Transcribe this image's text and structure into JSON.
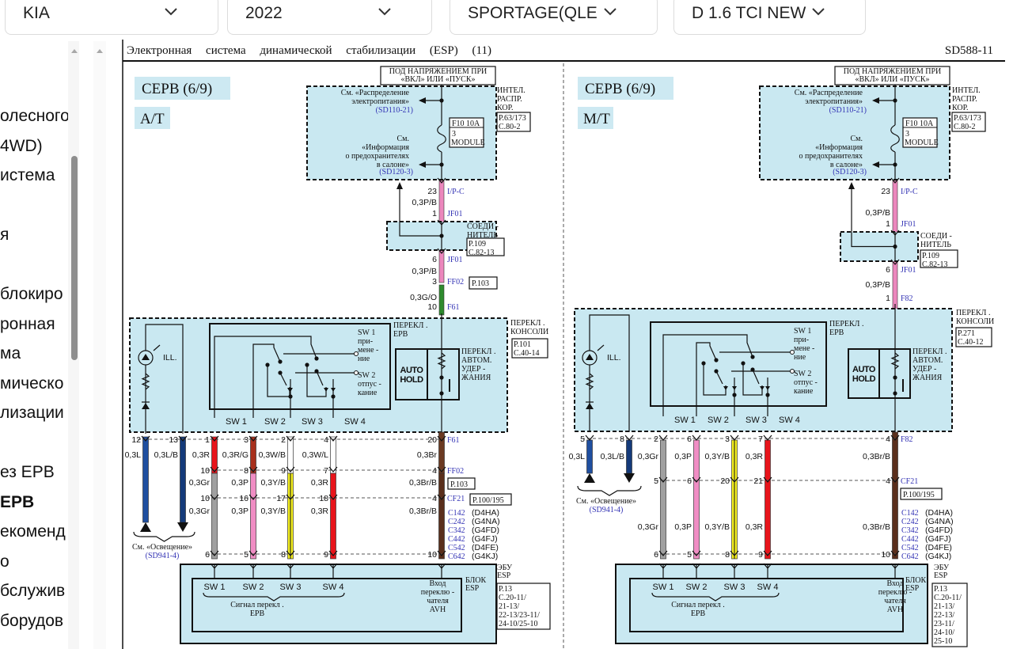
{
  "selectors": [
    {
      "value": "KIA"
    },
    {
      "value": "2022"
    },
    {
      "value": "SPORTAGE(QLE"
    },
    {
      "value": "D 1.6 TCI NEW"
    }
  ],
  "sidebar": {
    "items": [
      "олесного",
      "4WD)",
      "истема",
      "я",
      "блокиро",
      "ронная",
      "ма",
      "мическо",
      "лизации",
      "ез EPB",
      "EPB",
      "екоменд",
      "о",
      "бслужив",
      "борудов"
    ]
  },
  "diagram": {
    "title": "Электронная система динамической стабилизации (ESP) (11)",
    "page_code": "SD588-11",
    "panels": [
      {
        "section": "СЕРВ (6/9)",
        "transmission": "A/T",
        "power_label": [
          "ПОД НАПРЯЖЕНИЕМ ПРИ",
          "«ВКЛ» ИЛИ «ПУСК»"
        ],
        "power_ref1": [
          "См. «Распределение",
          "электропитания»"
        ],
        "power_ref1_code": "(SD110-21)",
        "fuse": [
          "F10 10A",
          "3",
          "MODULE"
        ],
        "power_ref2": [
          "См.",
          "«Информация",
          "о предохранителях",
          "в салоне»"
        ],
        "power_ref2_code": "(SD120-3)",
        "junction_box": {
          "label": [
            "ИНТЕЛ.",
            "РАСПР.",
            "КОР."
          ],
          "ref": [
            "P.63/173",
            "C.80-2"
          ]
        },
        "top_wire": [
          {
            "pin": "23",
            "conn": "I/P-C"
          },
          {
            "spec": "0,3P/B"
          },
          {
            "pin": "1",
            "conn": "JF01"
          },
          {
            "pin": "6",
            "conn": "JF01"
          },
          {
            "spec": "0,3P/B"
          },
          {
            "pin": "3",
            "conn": "FF02",
            "ref": "P.103"
          },
          {
            "spec": "0,3G/O"
          },
          {
            "pin": "10",
            "conn": "F61"
          }
        ],
        "top_wire_colors": [
          "#ec87bd",
          "#2e8b2e"
        ],
        "connector_box": {
          "label": [
            "СОЕДИ -",
            "НИТЕЛЬ"
          ],
          "ref": [
            "P.109",
            "C.82-13"
          ]
        },
        "console": {
          "label": [
            "ПЕРЕКЛ .",
            "КОНСОЛИ"
          ],
          "ref": [
            "P.101",
            "C.40-14"
          ]
        },
        "epb_switch": {
          "label": [
            "ПЕРЕКЛ .",
            "EPB"
          ],
          "sw1": [
            "SW 1",
            "при-",
            "мене -",
            "ние"
          ],
          "sw2": [
            "SW 2",
            "отпус -",
            "кание"
          ]
        },
        "illumination": "ILL.",
        "autohold": {
          "badge": [
            "AUTO",
            "HOLD"
          ],
          "label": [
            "ПЕРЕКЛ .",
            "АВТОМ.",
            "УДЕР -",
            "ЖАНИЯ"
          ]
        },
        "switch_outputs": [
          "SW 1",
          "SW 2",
          "SW 3",
          "SW 4"
        ],
        "wires": [
          {
            "colors": [
              "#1f4fa0"
            ]
          },
          {
            "colors": [
              "#143a7a"
            ]
          },
          {
            "colors": [
              "#e8141b",
              "#a0a0a0"
            ]
          },
          {
            "colors": [
              "#a8301c",
              "#f08dc4"
            ]
          },
          {
            "colors": [
              "#ffffff",
              "#f3ee1e"
            ]
          },
          {
            "colors": [
              "#ffffff",
              "#e8141b"
            ]
          },
          {
            "colors": [
              "#6b3a22",
              "#5a2f1c"
            ]
          }
        ],
        "rows": [
          {
            "pins": [
              "12",
              "13",
              "1",
              "3",
              "2",
              "4",
              "20"
            ],
            "connector": "F61"
          },
          {
            "pins": [
              null,
              null,
              "10",
              "8",
              "9",
              "7",
              "4"
            ],
            "connector": "FF02",
            "ref": "P.103"
          },
          {
            "pins": [
              null,
              null,
              "10",
              "16",
              "17",
              "18",
              "4"
            ],
            "connector": "CF21",
            "ref": "P.100/195"
          },
          {
            "pins": [
              null,
              null,
              "6",
              "5",
              "8",
              "9",
              "10"
            ]
          }
        ],
        "specs": [
          [
            "0,3L",
            "0,3L/B",
            "0,3R",
            "0,3R/G",
            "0,3W/B",
            "0,3W/L",
            "0,3Br"
          ],
          [
            null,
            null,
            "0,3Gr",
            "0,3P",
            "0,3Y/B",
            "0,3R",
            "0,3Br/B"
          ],
          [
            null,
            null,
            "0,3Gr",
            "0,3P",
            "0,3Y/B",
            "0,3R",
            "0,3Br/B"
          ]
        ],
        "lighting_ref": [
          "См. «Освещение»",
          "(SD941-4)"
        ],
        "ecu_codes": [
          [
            "C142",
            "(D4HA)"
          ],
          [
            "C242",
            "(G4NA)"
          ],
          [
            "C342",
            "(G4FD)"
          ],
          [
            "C442",
            "(G4FJ)"
          ],
          [
            "C542",
            "(D4FE)"
          ],
          [
            "C642",
            "(G4KJ)"
          ]
        ],
        "esp": {
          "ecu_label": [
            "ЭБУ",
            "ESP"
          ],
          "block_label": [
            "БЛОК",
            "ESP"
          ],
          "ref": [
            "P.13",
            "C.20-11/",
            "21-13/",
            "22-13/23-11/",
            "24-10/25-10"
          ],
          "inputs": [
            "SW 1",
            "SW 2",
            "SW 3",
            "SW 4"
          ],
          "signal": [
            "Сигнал  перекл .",
            "EPB"
          ],
          "avh": [
            "Вход",
            "переклю -",
            "чателя",
            "AVH"
          ]
        }
      },
      {
        "section": "СЕРВ (6/9)",
        "transmission": "M/T",
        "power_label": [
          "ПОД НАПРЯЖЕНИЕМ ПРИ",
          "«ВКЛ» ИЛИ «ПУСК»"
        ],
        "power_ref1": [
          "См. «Распределение",
          "электропитания»"
        ],
        "power_ref1_code": "(SD110-21)",
        "fuse": [
          "F10 10A",
          "3",
          "MODULE"
        ],
        "power_ref2": [
          "См.",
          "«Информация",
          "о предохранителях",
          "в салоне»"
        ],
        "power_ref2_code": "(SD120-3)",
        "junction_box": {
          "label": [
            "ИНТЕЛ.",
            "РАСПР.",
            "КОР."
          ],
          "ref": [
            "P.63/173",
            "C.80-2"
          ]
        },
        "top_wire": [
          {
            "pin": "23",
            "conn": "I/P-C"
          },
          {
            "spec": "0,3P/B"
          },
          {
            "pin": "1",
            "conn": "JF01"
          },
          {
            "pin": "6",
            "conn": "JF01"
          },
          {
            "spec": "0,3P/B"
          },
          {
            "pin": "1",
            "conn": "F82"
          }
        ],
        "top_wire_colors": [
          "#ec87bd"
        ],
        "connector_box": {
          "label": [
            "СОЕДИ -",
            "НИТЕЛЬ"
          ],
          "ref": [
            "P.109",
            "C.82-13"
          ]
        },
        "console": {
          "label": [
            "ПЕРЕКЛ .",
            "КОНСОЛИ"
          ],
          "ref": [
            "P.271",
            "C.40-12"
          ]
        },
        "epb_switch": {
          "label": [
            "ПЕРЕКЛ .",
            "EPB"
          ],
          "sw1": [
            "SW 1",
            "при-",
            "мене -",
            "ние"
          ],
          "sw2": [
            "SW 2",
            "отпус -",
            "кание"
          ]
        },
        "illumination": "ILL.",
        "autohold": {
          "badge": [
            "AUTO",
            "HOLD"
          ],
          "label": [
            "ПЕРЕКЛ .",
            "АВТОМ.",
            "УДЕР -",
            "ЖАНИЯ"
          ]
        },
        "switch_outputs": [
          "SW 1",
          "SW 2",
          "SW 3",
          "SW 4"
        ],
        "wires": [
          {
            "colors": [
              "#1f4fa0"
            ]
          },
          {
            "colors": [
              "#143a7a"
            ]
          },
          {
            "colors": [
              "#a0a0a0"
            ]
          },
          {
            "colors": [
              "#f08dc4"
            ]
          },
          {
            "colors": [
              "#f3ee1e"
            ]
          },
          {
            "colors": [
              "#e8141b"
            ]
          },
          {
            "colors": [
              "#5a2f1c"
            ]
          }
        ],
        "rows": [
          {
            "pins": [
              "5",
              "8",
              "2",
              "6",
              "3",
              "7",
              "4"
            ],
            "connector": "F82"
          },
          {
            "pins": [
              null,
              null,
              "5",
              "6",
              "20",
              "21",
              "4"
            ],
            "connector": "CF21",
            "ref": "P.100/195"
          },
          {
            "pins": [
              null,
              null,
              "6",
              "5",
              "8",
              "9",
              "10"
            ]
          }
        ],
        "specs": [
          [
            "0,3L",
            "0,3L/B",
            "0,3Gr",
            "0,3P",
            "0,3Y/B",
            "0,3R",
            "0,3Br/B"
          ],
          [
            null,
            null,
            "0,3Gr",
            "0,3P",
            "0,3Y/B",
            "0,3R",
            "0,3Br/B"
          ]
        ],
        "lighting_ref": [
          "См. «Освещение»",
          "(SD941-4)"
        ],
        "ecu_codes": [
          [
            "C142",
            "(D4HA)"
          ],
          [
            "C242",
            "(G4NA)"
          ],
          [
            "C342",
            "(G4FD)"
          ],
          [
            "C442",
            "(G4FJ)"
          ],
          [
            "C542",
            "(D4FE)"
          ],
          [
            "C642",
            "(G4KJ)"
          ]
        ],
        "esp": {
          "ecu_label": [
            "ЭБУ",
            "ESP"
          ],
          "block_label": [
            "БЛОК",
            "ESP"
          ],
          "ref": [
            "P.13",
            "C.20-11/",
            "21-13/",
            "22-13/",
            "23-11/",
            "24-10/",
            "25-10"
          ],
          "inputs": [
            "SW 1",
            "SW 2",
            "SW 3",
            "SW 4"
          ],
          "signal": [
            "Сигнал  перекл .",
            "EPB"
          ],
          "avh": [
            "Вход",
            "переклю -",
            "чателя",
            "AVH"
          ]
        }
      }
    ]
  }
}
